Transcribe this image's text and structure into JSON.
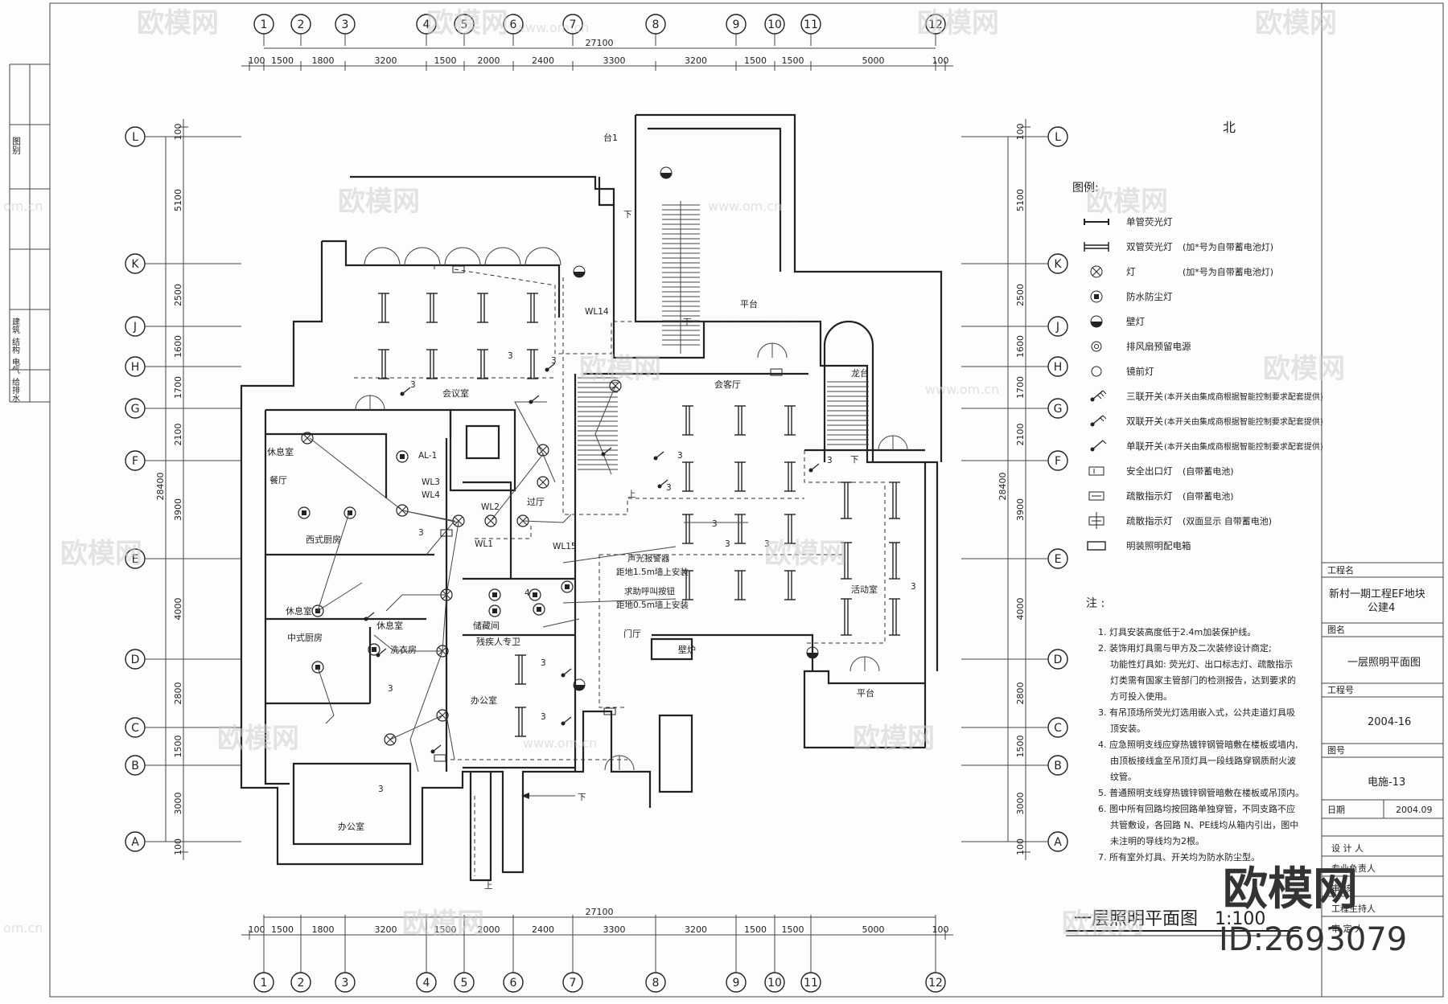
{
  "grid": {
    "columns": [
      "1",
      "2",
      "3",
      "4",
      "5",
      "6",
      "7",
      "8",
      "9",
      "10",
      "11",
      "12"
    ],
    "col_dims": [
      "100",
      "1500",
      "1800",
      "3200",
      "1500",
      "2000",
      "2400",
      "3300",
      "3200",
      "1500",
      "1500",
      "5000",
      "100"
    ],
    "col_total": "27100",
    "rows": [
      "L",
      "K",
      "J",
      "H",
      "G",
      "F",
      "E",
      "D",
      "C",
      "B",
      "A"
    ],
    "row_dims": [
      "100",
      "5100",
      "2500",
      "1600",
      "1700",
      "2100",
      "3900",
      "4000",
      "2800",
      "1500",
      "3000",
      "100"
    ],
    "row_total": "28400"
  },
  "north": "北",
  "legend": {
    "title": "图例:",
    "items": [
      {
        "icon": "single-fluorescent-icon",
        "label": "单管荧光灯",
        "note": ""
      },
      {
        "icon": "double-fluorescent-icon",
        "label": "双管荧光灯",
        "note": "(加*号为自带蓄电池灯)"
      },
      {
        "icon": "lamp-icon",
        "label": "灯",
        "note": "(加*号为自带蓄电池灯)"
      },
      {
        "icon": "waterproof-lamp-icon",
        "label": "防水防尘灯",
        "note": ""
      },
      {
        "icon": "wall-lamp-icon",
        "label": "壁灯",
        "note": ""
      },
      {
        "icon": "exhaust-fan-icon",
        "label": "排风扇预留电源",
        "note": ""
      },
      {
        "icon": "mirror-lamp-icon",
        "label": "镜前灯",
        "note": ""
      },
      {
        "icon": "triple-switch-icon",
        "label": "三联开关",
        "note": "(本开关由集成商根据智能控制要求配套提供)"
      },
      {
        "icon": "double-switch-icon",
        "label": "双联开关",
        "note": "(本开关由集成商根据智能控制要求配套提供)"
      },
      {
        "icon": "single-switch-icon",
        "label": "单联开关",
        "note": "(本开关由集成商根据智能控制要求配套提供)"
      },
      {
        "icon": "exit-sign-icon",
        "label": "安全出口灯",
        "note": "(自带蓄电池)"
      },
      {
        "icon": "evac-sign-icon",
        "label": "疏散指示灯",
        "note": "(自带蓄电池)"
      },
      {
        "icon": "evac-double-sign-icon",
        "label": "疏散指示灯",
        "note": "(双面显示 自带蓄电池)"
      },
      {
        "icon": "distribution-box-icon",
        "label": "明装照明配电箱",
        "note": ""
      }
    ]
  },
  "notes": {
    "title": "注 :",
    "lines": [
      "1. 灯具安装高度低于2.4m加装保护线。",
      "2. 装饰用灯具需与甲方及二次装修设计商定;",
      "功能性灯具如: 荧光灯、出口标志灯、疏散指示",
      "灯类需有国家主管部门的检测报告，达到要求的",
      "方可投入使用。",
      "3. 有吊顶场所荧光灯选用嵌入式，公共走道灯具吸",
      "顶安装。",
      "4. 应急照明支线应穿热镀锌钢管暗敷在楼板或墙内,",
      "由顶板接线盒至吊顶灯具一段线路穿钢质耐火波",
      "纹管。",
      "5. 普通照明支线穿热镀锌钢管暗敷在楼板或吊顶内。",
      "6. 图中所有回路均按回路单独穿管，不同支路不应",
      "共管敷设，各回路 N、PE线均从箱内引出，图中",
      "未注明的导线均为2根。",
      "7. 所有室外灯具、开关均为防水防尘型。"
    ]
  },
  "rooms": {
    "meeting": "会议室",
    "lounge": "会客厅",
    "rest1": "休息室",
    "dining": "餐厅",
    "western_kitchen": "西式厨房",
    "rest2": "休息室",
    "rest3": "休息室",
    "chinese_kitchen": "中式厨房",
    "laundry": "洗衣房",
    "hall": "过厅",
    "storage": "储藏间",
    "disabled_wc": "残疾人专卫",
    "office1": "办公室",
    "office2": "办公室",
    "foyer": "门厅",
    "activity": "活动室",
    "fireplace": "壁炉",
    "terrace1": "平台",
    "terrace2": "平台",
    "dragon_terrace": "龙台",
    "platform_top": "台1"
  },
  "labels": {
    "wl14": "WL14",
    "al1": "AL-1",
    "wl3": "WL3",
    "wl4": "WL4",
    "wl2": "WL2",
    "wl1": "WL1",
    "wl15": "WL15",
    "alarm1": "声光报警器",
    "alarm2": "距地1.5m墙上安装",
    "call1": "求助呼叫按钮",
    "call2": "距地0.5m墙上安装",
    "down": "下",
    "up": "上",
    "three": "3",
    "four": "4"
  },
  "drawing_title": "一层照明平面图",
  "scale": "1:100",
  "title_block": {
    "project_h": "工程名",
    "project": "新村一期工程EF地块",
    "project2": "公建4",
    "drawing_h": "图名",
    "drawing": "一层照明平面图",
    "number_h": "工程号",
    "number": "2004-16",
    "sheet_h": "图号",
    "sheet": "电施-13",
    "date_h": "日期",
    "date": "2004.09",
    "designer": "设 计 人",
    "major": "专业负责人",
    "reviewer": "审 核",
    "host": "工程主持人",
    "approver": "审 定 人"
  },
  "left_strip": {
    "top": "图别",
    "items": [
      "建筑",
      "结构",
      "电气",
      "给排水"
    ]
  },
  "watermark": {
    "brand": "欧模网",
    "id": "ID:2693079",
    "site": "www.om.cn",
    "site_short": "om.cn",
    "logo": "欧模网"
  }
}
